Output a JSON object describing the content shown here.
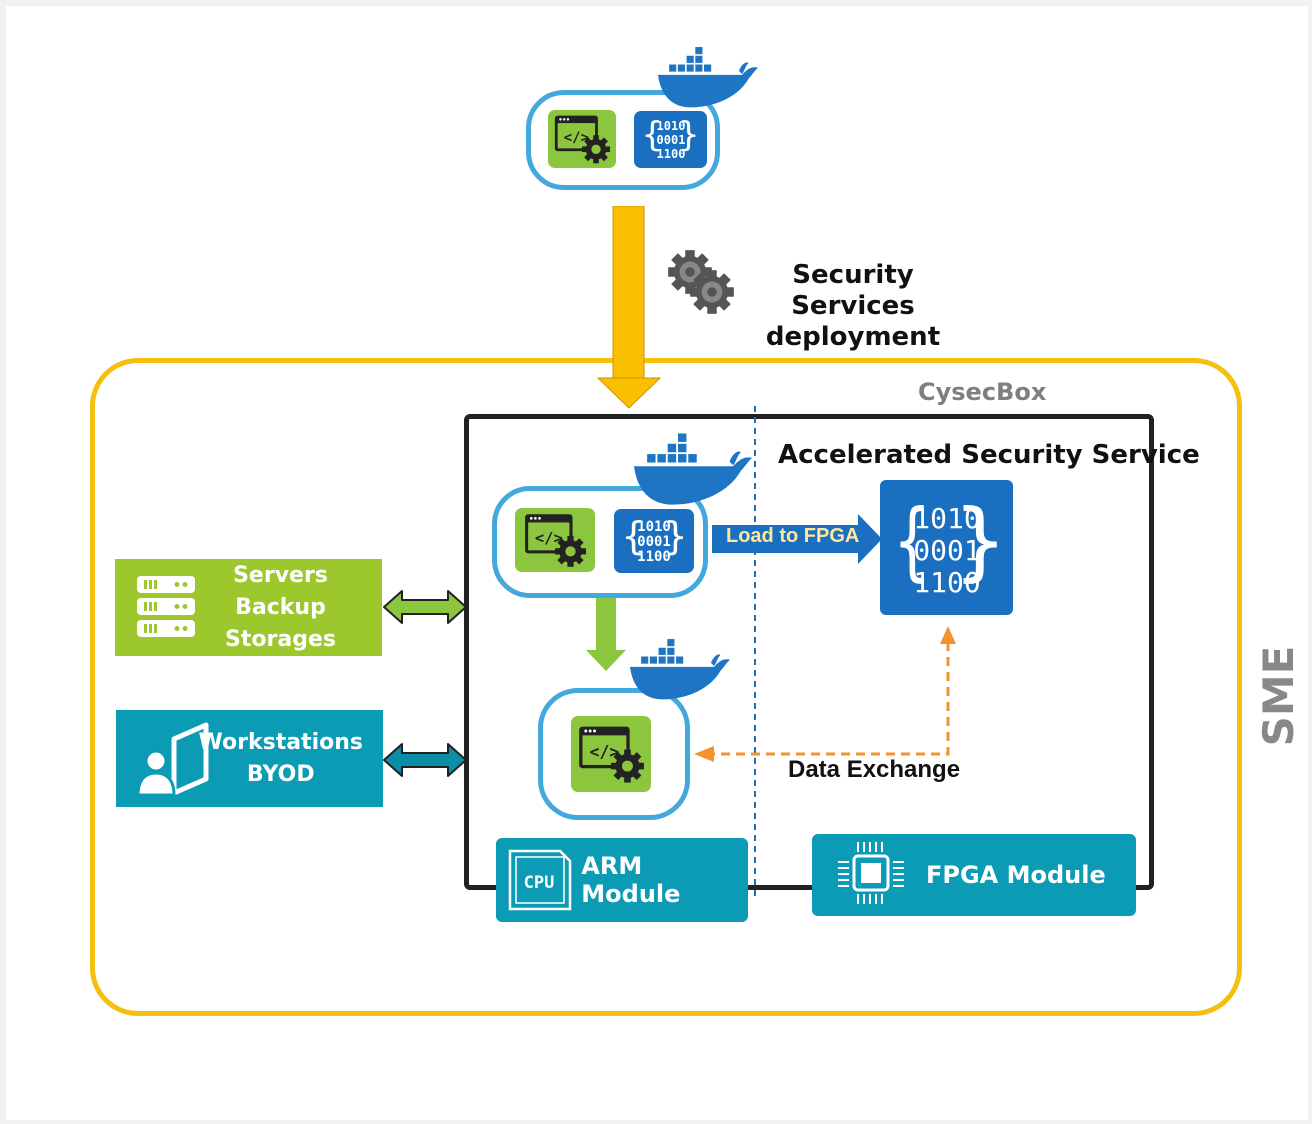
{
  "labels": {
    "sme": "SME",
    "cysecbox": "CysecBox",
    "deployment_line1": "Security Services",
    "deployment_line2": "deployment",
    "accelerated": "Accelerated Security Service",
    "load_to_fpga": "Load to FPGA",
    "data_exchange": "Data Exchange",
    "arm_module": "ARM Module",
    "fpga_module": "FPGA Module",
    "cpu_chip": "CPU",
    "servers_line1": "Servers",
    "servers_line2": "Backup",
    "servers_line3": "Storages",
    "workstations_line1": "Workstations",
    "workstations_line2": "BYOD"
  },
  "binary": {
    "row1": "1010",
    "row2": "0001",
    "row3": "1100"
  },
  "icons": {
    "container": "docker-whale-icon",
    "code_settings": "code-window-gear-icon",
    "binary": "binary-code-icon",
    "gears": "gears-icon",
    "cpu": "cpu-icon",
    "chip": "chip-icon",
    "servers": "server-rack-icon",
    "user": "user-device-icon"
  },
  "colors": {
    "sme_frame": "#f5bf0f",
    "cysecbox_frame": "#222222",
    "container_border": "#44a8dc",
    "docker_blue": "#1d75c4",
    "green_tile": "#8cc63f",
    "binary_blue": "#1b6fc0",
    "module_teal": "#0b9bb5",
    "servers_green": "#9cc82e",
    "deploy_arrow": "#fbbf00",
    "data_exchange": "#f5922b"
  }
}
